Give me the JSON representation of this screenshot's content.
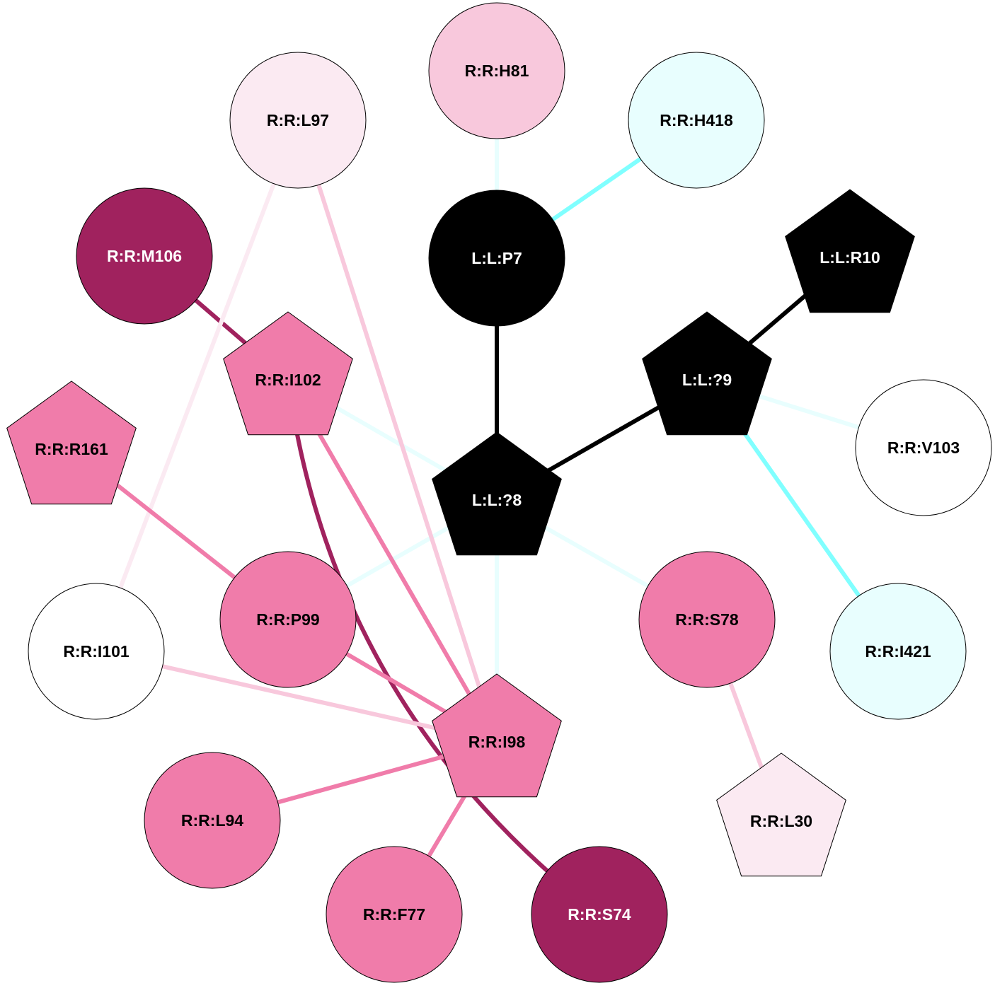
{
  "colors": {
    "black": "#000000",
    "dark_magenta": "#a0225e",
    "pink": "#f07caa",
    "light_pink": "#f8c8dc",
    "pale_pink": "#fbeaf2",
    "white": "#ffffff",
    "pale_cyan": "#e8fefe",
    "cyan": "#80ffff"
  },
  "nodes": [
    {
      "id": "H81",
      "label": "R:R:H81",
      "shape": "circle",
      "fill": "#f8c8dc",
      "text": "#000000"
    },
    {
      "id": "L97",
      "label": "R:R:L97",
      "shape": "circle",
      "fill": "#fbeaf2",
      "text": "#000000"
    },
    {
      "id": "H418",
      "label": "R:R:H418",
      "shape": "circle",
      "fill": "#e8fefe",
      "text": "#000000"
    },
    {
      "id": "M106",
      "label": "R:R:M106",
      "shape": "circle",
      "fill": "#a0225e",
      "text": "#ffffff"
    },
    {
      "id": "P7",
      "label": "L:L:P7",
      "shape": "circle",
      "fill": "#000000",
      "text": "#ffffff"
    },
    {
      "id": "R10",
      "label": "L:L:R10",
      "shape": "pentagon",
      "fill": "#000000",
      "text": "#ffffff"
    },
    {
      "id": "I102",
      "label": "R:R:I102",
      "shape": "pentagon",
      "fill": "#f07caa",
      "text": "#000000"
    },
    {
      "id": "Q9",
      "label": "L:L:?9",
      "shape": "pentagon",
      "fill": "#000000",
      "text": "#ffffff"
    },
    {
      "id": "R161",
      "label": "R:R:R161",
      "shape": "pentagon",
      "fill": "#f07caa",
      "text": "#000000"
    },
    {
      "id": "V103",
      "label": "R:R:V103",
      "shape": "circle",
      "fill": "#ffffff",
      "text": "#000000"
    },
    {
      "id": "Q8",
      "label": "L:L:?8",
      "shape": "pentagon",
      "fill": "#000000",
      "text": "#ffffff"
    },
    {
      "id": "P99",
      "label": "R:R:P99",
      "shape": "circle",
      "fill": "#f07caa",
      "text": "#000000"
    },
    {
      "id": "S78",
      "label": "R:R:S78",
      "shape": "circle",
      "fill": "#f07caa",
      "text": "#000000"
    },
    {
      "id": "I101",
      "label": "R:R:I101",
      "shape": "circle",
      "fill": "#ffffff",
      "text": "#000000"
    },
    {
      "id": "I421",
      "label": "R:R:I421",
      "shape": "circle",
      "fill": "#e8fefe",
      "text": "#000000"
    },
    {
      "id": "I98",
      "label": "R:R:I98",
      "shape": "pentagon",
      "fill": "#f07caa",
      "text": "#000000"
    },
    {
      "id": "L94",
      "label": "R:R:L94",
      "shape": "circle",
      "fill": "#f07caa",
      "text": "#000000"
    },
    {
      "id": "L30",
      "label": "R:R:L30",
      "shape": "pentagon",
      "fill": "#fbeaf2",
      "text": "#000000"
    },
    {
      "id": "F77",
      "label": "R:R:F77",
      "shape": "circle",
      "fill": "#f07caa",
      "text": "#000000"
    },
    {
      "id": "S74",
      "label": "R:R:S74",
      "shape": "circle",
      "fill": "#a0225e",
      "text": "#ffffff"
    }
  ],
  "edges": [
    {
      "from": "H81",
      "to": "P7",
      "color": "#e8fefe"
    },
    {
      "from": "H418",
      "to": "P7",
      "color": "#80ffff"
    },
    {
      "from": "P7",
      "to": "Q8",
      "color": "#000000"
    },
    {
      "from": "R10",
      "to": "Q9",
      "color": "#000000"
    },
    {
      "from": "Q9",
      "to": "Q8",
      "color": "#000000"
    },
    {
      "from": "Q9",
      "to": "V103",
      "color": "#e8fefe"
    },
    {
      "from": "Q9",
      "to": "I421",
      "color": "#80ffff"
    },
    {
      "from": "I102",
      "to": "Q8",
      "color": "#e8fefe"
    },
    {
      "from": "Q8",
      "to": "S78",
      "color": "#e8fefe"
    },
    {
      "from": "Q8",
      "to": "P99",
      "color": "#e8fefe"
    },
    {
      "from": "Q8",
      "to": "I98",
      "color": "#e8fefe"
    },
    {
      "from": "M106",
      "to": "I102",
      "color": "#a0225e"
    },
    {
      "from": "I102",
      "to": "I98",
      "color": "#f07caa"
    },
    {
      "from": "I102",
      "to": "S74",
      "color": "#a0225e",
      "curved": true
    },
    {
      "from": "L97",
      "to": "I98",
      "color": "#f8c8dc"
    },
    {
      "from": "L97",
      "to": "I101",
      "color": "#fbeaf2"
    },
    {
      "from": "R161",
      "to": "P99",
      "color": "#f07caa"
    },
    {
      "from": "P99",
      "to": "I98",
      "color": "#f07caa"
    },
    {
      "from": "I101",
      "to": "I98",
      "color": "#f8c8dc"
    },
    {
      "from": "L94",
      "to": "I98",
      "color": "#f07caa"
    },
    {
      "from": "F77",
      "to": "I98",
      "color": "#f07caa"
    },
    {
      "from": "S78",
      "to": "L30",
      "color": "#f8c8dc"
    }
  ]
}
